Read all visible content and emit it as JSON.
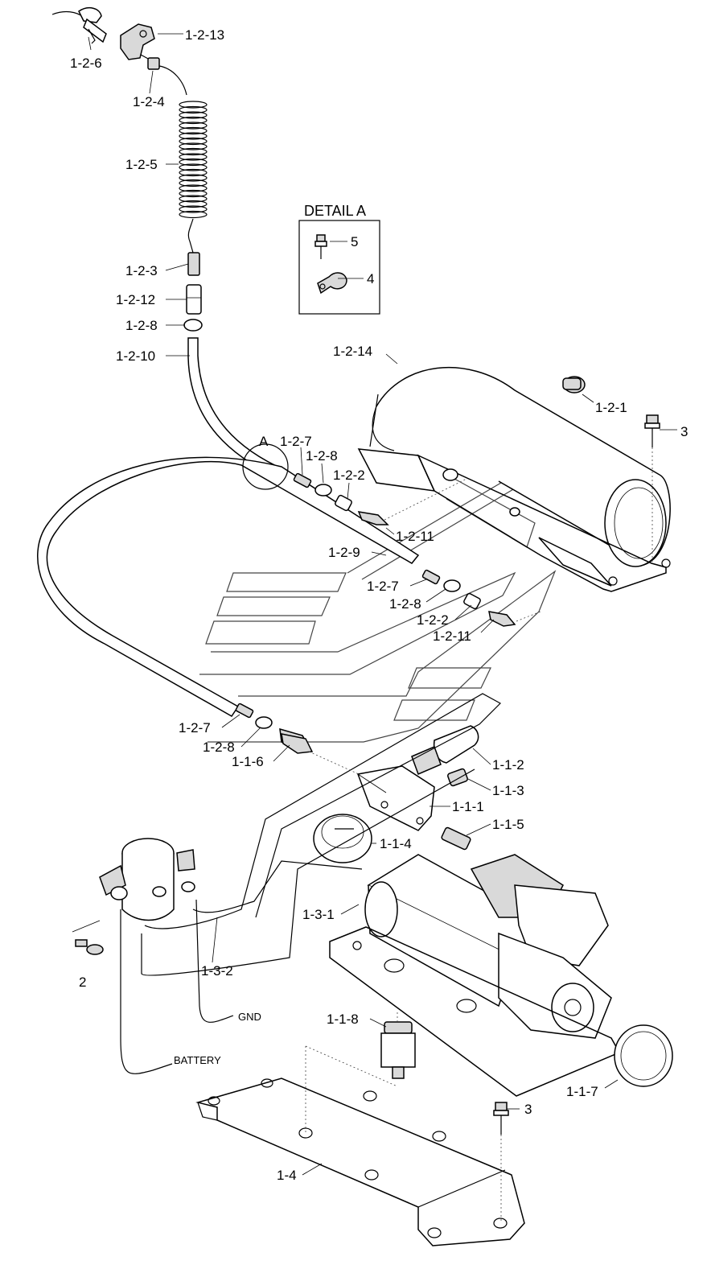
{
  "detail": {
    "title": "DETAIL A",
    "marker": "A"
  },
  "wiring": {
    "gnd": "GND",
    "battery": "BATTERY"
  },
  "callouts": {
    "c_1_2_6": "1-2-6",
    "c_1_2_13": "1-2-13",
    "c_1_2_4": "1-2-4",
    "c_1_2_5": "1-2-5",
    "c_5": "5",
    "c_4": "4",
    "c_1_2_3": "1-2-3",
    "c_1_2_12": "1-2-12",
    "c_1_2_8_top": "1-2-8",
    "c_1_2_10": "1-2-10",
    "c_1_2_14": "1-2-14",
    "c_1_2_1": "1-2-1",
    "c_3_top": "3",
    "c_1_2_7_top": "1-2-7",
    "c_1_2_8_mid": "1-2-8",
    "c_1_2_2_top": "1-2-2",
    "c_1_2_11_top": "1-2-11",
    "c_1_2_9": "1-2-9",
    "c_1_2_7_mid": "1-2-7",
    "c_1_2_8_mid2": "1-2-8",
    "c_1_2_2_mid": "1-2-2",
    "c_1_2_11_mid": "1-2-11",
    "c_1_2_7_low": "1-2-7",
    "c_1_2_8_low": "1-2-8",
    "c_1_1_6": "1-1-6",
    "c_1_1_2": "1-1-2",
    "c_1_1_3": "1-1-3",
    "c_1_1_1": "1-1-1",
    "c_1_1_5": "1-1-5",
    "c_1_1_4": "1-1-4",
    "c_1_3_1": "1-3-1",
    "c_2": "2",
    "c_1_3_2": "1-3-2",
    "c_1_1_8": "1-1-8",
    "c_3_low": "3",
    "c_1_1_7": "1-1-7",
    "c_1_4": "1-4"
  }
}
